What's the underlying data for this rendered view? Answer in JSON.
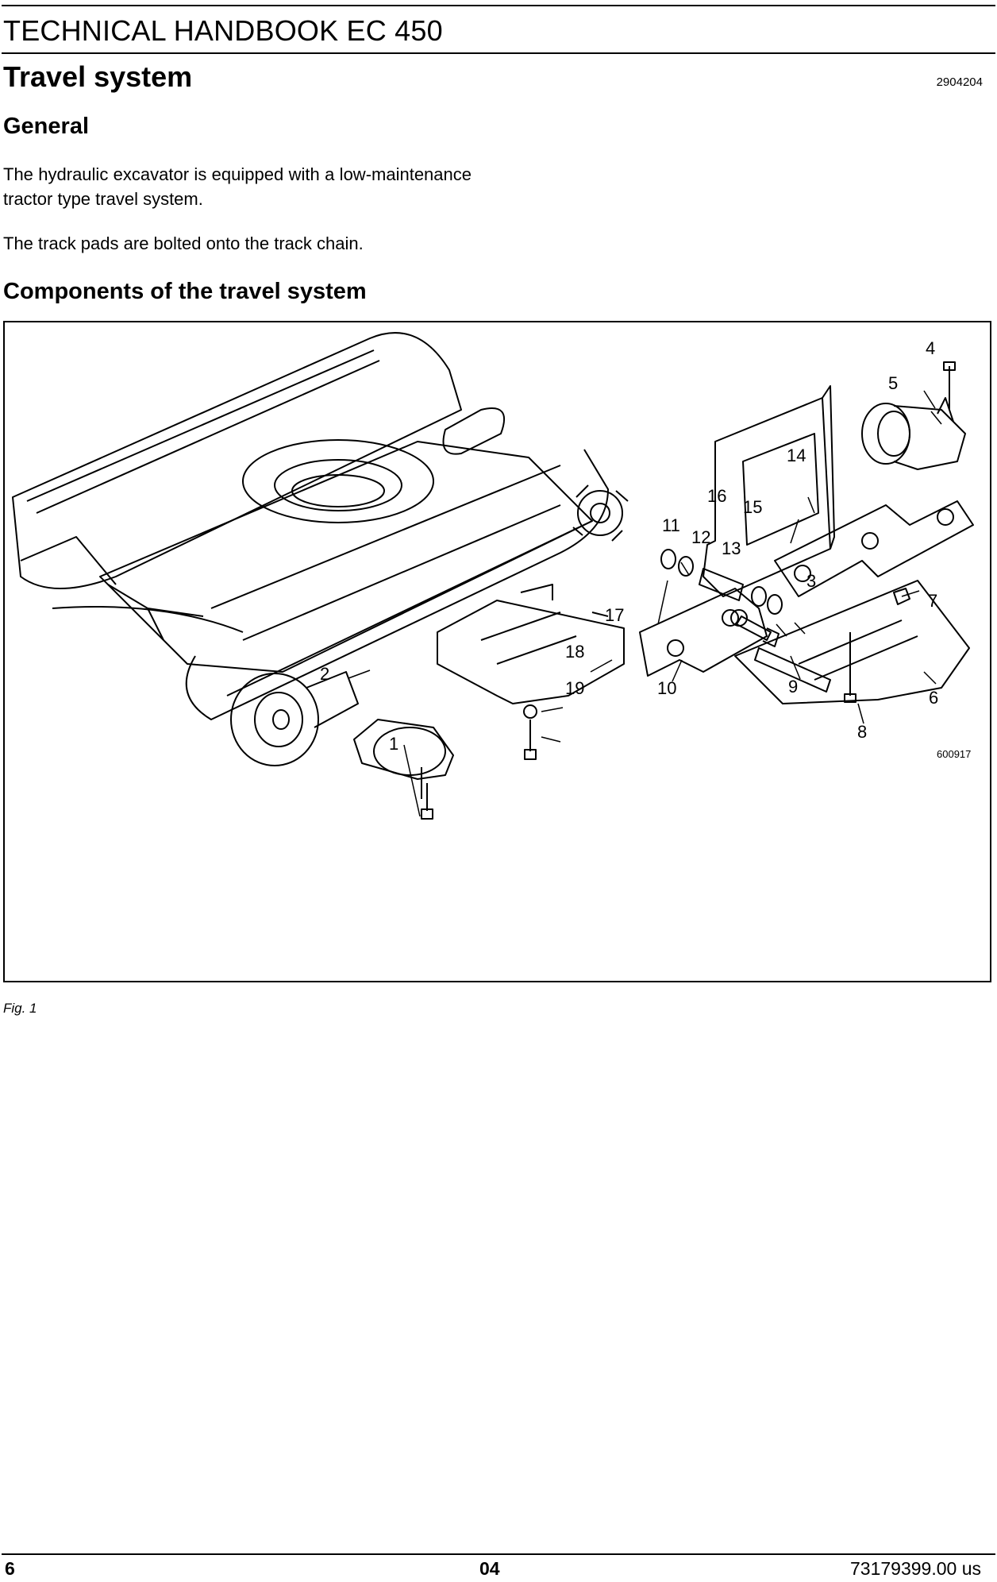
{
  "header": {
    "title": "TECHNICAL HANDBOOK EC 450"
  },
  "section": {
    "title": "Travel system",
    "code": "2904204"
  },
  "general": {
    "heading": "General",
    "paragraphs": [
      "The hydraulic excavator is equipped with a low-maintenance tractor type travel system.",
      "The track pads are bolted onto the track chain."
    ]
  },
  "components": {
    "heading": "Components of the travel system"
  },
  "figure": {
    "callouts": [
      "1",
      "2",
      "3",
      "4",
      "5",
      "6",
      "7",
      "8",
      "9",
      "10",
      "11",
      "12",
      "13",
      "14",
      "15",
      "16",
      "17",
      "18",
      "19"
    ],
    "code": "600917",
    "caption": "Fig. 1"
  },
  "footer": {
    "page": "6",
    "section": "04",
    "doc_number": "73179399.00 us"
  }
}
